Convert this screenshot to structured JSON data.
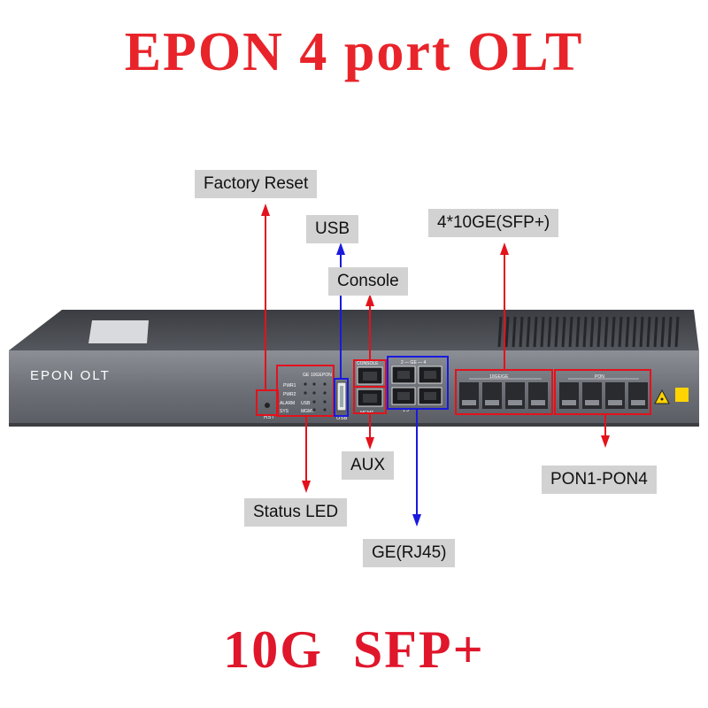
{
  "header": {
    "title": "EPON 4 port OLT"
  },
  "footer": {
    "subtitle": "10G  SFP+"
  },
  "device": {
    "brand": "EPON OLT",
    "front_panel_text": {
      "rst": "RST",
      "usb": "USB",
      "console": "CONSOLE",
      "mgmt": "MGMT",
      "ge_top": "2  — GE —  4",
      "ge_bottom": "1          3",
      "tenge": "10GE/GE",
      "pon": "PON",
      "led_headers": [
        "GE",
        "10GE",
        "PON"
      ],
      "led_rows": [
        "PWR1",
        "PWR2",
        "ALARM",
        "SYS"
      ],
      "led_extra": [
        "USB",
        "MGMT"
      ]
    }
  },
  "callouts": {
    "factory_reset": "Factory Reset",
    "usb": "USB",
    "console": "Console",
    "sfp_plus": "4*10GE(SFP+)",
    "aux": "AUX",
    "status_led": "Status LED",
    "pon": "PON1-PON4",
    "ge_rj45": "GE(RJ45)"
  },
  "colors": {
    "title": "#e8242a",
    "red_arrow": "#e3121c",
    "blue_arrow": "#1a1adf",
    "label_bg": "#d2d2d2",
    "chassis": "#5d6066",
    "panel": "#7b7e85"
  }
}
